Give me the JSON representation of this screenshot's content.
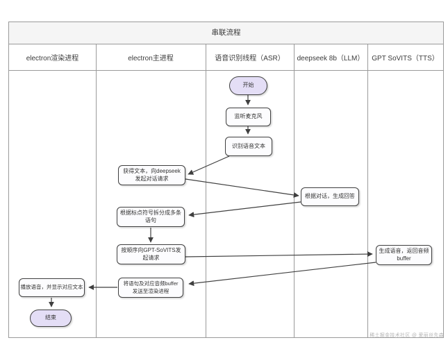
{
  "title": "串联流程",
  "lanes": [
    {
      "label": "electron渲染进程"
    },
    {
      "label": "electron主进程"
    },
    {
      "label": "语音识别线程（ASR）"
    },
    {
      "label": "deepseek 8b（LLM）"
    },
    {
      "label": "GPT SoVITS（TTS）"
    }
  ],
  "nodes": {
    "start": {
      "label": "开始",
      "type": "terminal"
    },
    "listen_mic": {
      "label": "监听麦克风",
      "type": "process"
    },
    "recognize_text": {
      "label": "识别语音文本",
      "type": "process"
    },
    "request_deepseek": {
      "label": "获得文本，向deepseek发起对话请求",
      "type": "process"
    },
    "generate_answer": {
      "label": "根据对话，生成回答",
      "type": "process"
    },
    "split_sentences": {
      "label": "根据标点符号拆分成多条语句",
      "type": "process"
    },
    "request_sovits": {
      "label": "按顺序向GPT-SoVITS发起请求",
      "type": "process"
    },
    "generate_audio": {
      "label": "生成语音，返回音频buffer",
      "type": "process"
    },
    "send_to_renderer": {
      "label": "将语句及对应音频buffer发送至渲染进程",
      "type": "process"
    },
    "play_audio": {
      "label": "播放语音，并显示对应文本",
      "type": "process"
    },
    "end": {
      "label": "结束",
      "type": "terminal"
    }
  },
  "watermark": "稀土掘金技术社区 @ 爱丽丝先森",
  "colors": {
    "terminal_fill": "#e4def6",
    "process_fill": "#fcfcfe",
    "node_border": "#3f3f3f",
    "grid_line": "#9a9a9a",
    "title_bg": "#f5f5f5",
    "text": "#333333",
    "watermark_text": "#b5b5b5",
    "arrow": "#3f3f3f"
  }
}
